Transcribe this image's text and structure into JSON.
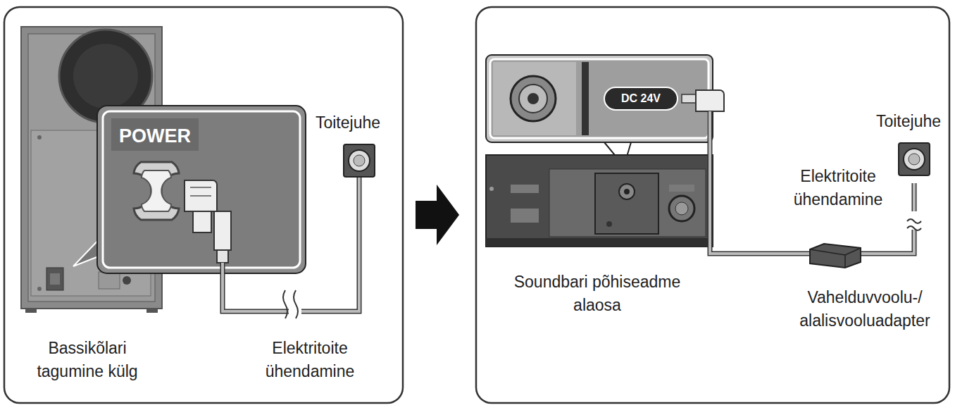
{
  "diagram": {
    "labels": [
      "POWER",
      "Toitejuhe",
      "Elektritoite ühendamine",
      "Bassikõlari tagumine külg",
      "DC 24V",
      "Toitejuhe",
      "Elektritoite ühendamine",
      "Soundbari põhiseadme alaosa",
      "Vahelduvvoolu-/ alalisvooluadapter"
    ]
  }
}
